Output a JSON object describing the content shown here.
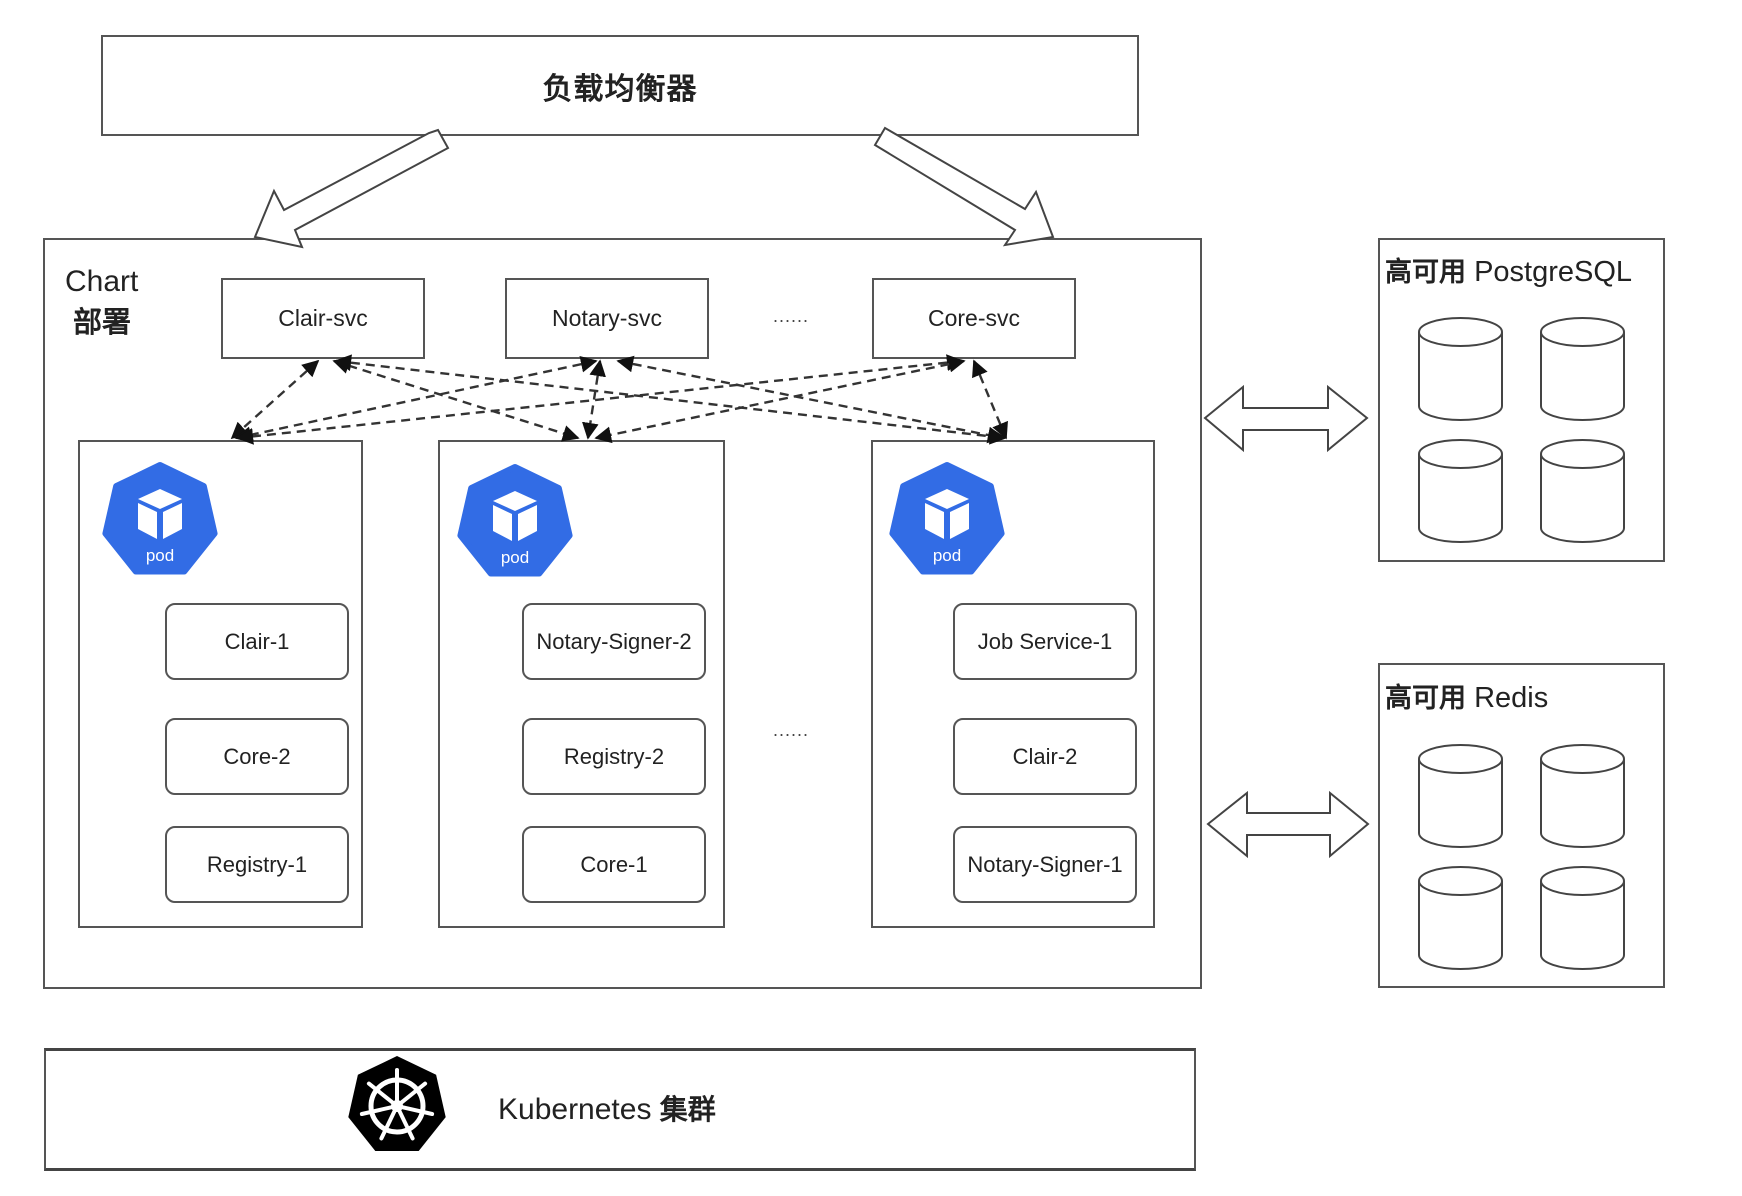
{
  "load_balancer": {
    "label": "负载均衡器"
  },
  "chart_deploy": {
    "label_en": "Chart",
    "label_cn": "部署",
    "services": [
      {
        "label": "Clair-svc"
      },
      {
        "label": "Notary-svc"
      },
      {
        "label": "Core-svc"
      }
    ],
    "services_ellipsis": "......",
    "pods_ellipsis": "......",
    "pods": [
      {
        "icon": "pod-icon",
        "icon_label": "pod",
        "containers": [
          "Clair-1",
          "Core-2",
          "Registry-1"
        ]
      },
      {
        "icon": "pod-icon",
        "icon_label": "pod",
        "containers": [
          "Notary-Signer-2",
          "Registry-2",
          "Core-1"
        ]
      },
      {
        "icon": "pod-icon",
        "icon_label": "pod",
        "containers": [
          "Job Service-1",
          "Clair-2",
          "Notary-Signer-1"
        ]
      }
    ]
  },
  "postgresql": {
    "label_cn": "高可用",
    "label_en": "PostgreSQL",
    "nodes": 4
  },
  "redis": {
    "label_cn": "高可用",
    "label_en": "Redis",
    "nodes": 4
  },
  "kubernetes": {
    "label_en": "Kubernetes",
    "label_cn": "集群",
    "icon": "kubernetes-helm-icon"
  },
  "colors": {
    "pod_icon": "#326ce5",
    "k8s_icon": "#000000",
    "stroke": "#555555"
  }
}
